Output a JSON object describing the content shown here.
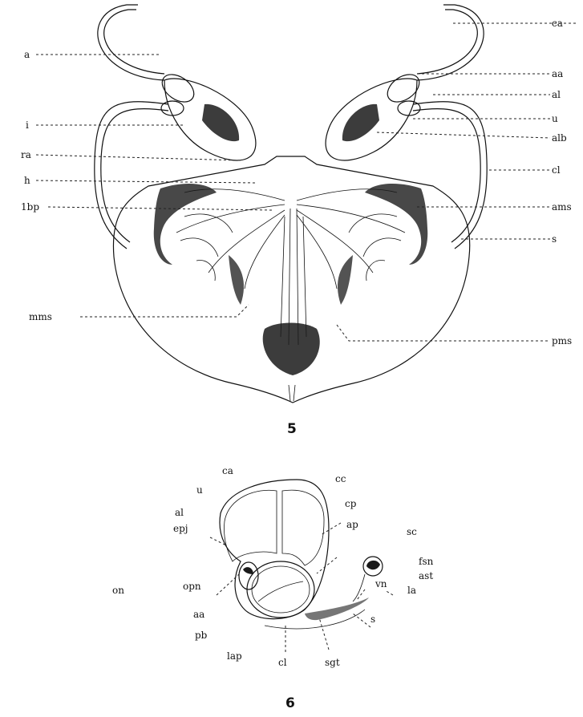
{
  "figure5": {
    "number": "5",
    "labels": {
      "ca": "ca",
      "a": "a",
      "aa": "aa",
      "al": "al",
      "i": "i",
      "u": "u",
      "ra": "ra",
      "alb": "alb",
      "h": "h",
      "cl": "cl",
      "lbp": "1bp",
      "ams": "ams",
      "s": "s",
      "mms": "mms",
      "pms": "pms"
    }
  },
  "figure6": {
    "number": "6",
    "labels": {
      "ca": "ca",
      "cc": "cc",
      "u": "u",
      "cp": "cp",
      "al": "al",
      "ap": "ap",
      "epj": "epj",
      "sc": "sc",
      "fsn": "fsn",
      "ast": "ast",
      "on": "on",
      "opn": "opn",
      "vn": "vn",
      "la": "la",
      "aa": "aa",
      "s": "s",
      "pb": "pb",
      "lap": "lap",
      "cl": "cl",
      "sgt": "sgt"
    }
  }
}
